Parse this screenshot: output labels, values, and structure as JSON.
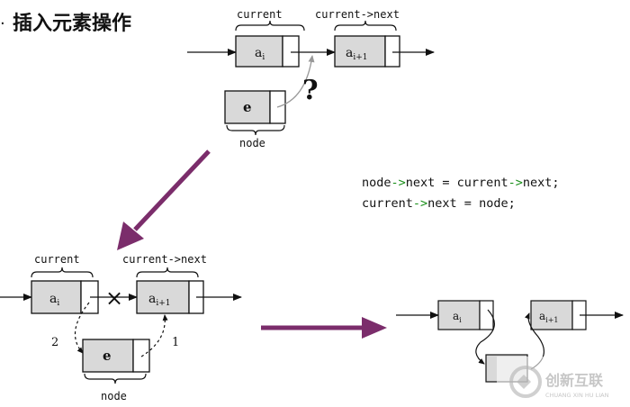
{
  "title": "插入元素操作",
  "colors": {
    "arrow": "#7b2d6b",
    "node_fill": "#d9d9d9",
    "code_keyword": "#1a8f1a"
  },
  "step1": {
    "current_label": "current",
    "next_label": "current->next",
    "ai": "a",
    "ai_sub": "i",
    "ai1": "a",
    "ai1_sub": "i+1",
    "e": "e",
    "node_label": "node",
    "question": "?"
  },
  "step2": {
    "current_label": "current",
    "next_label": "current->next",
    "ai": "a",
    "ai_sub": "i",
    "ai1": "a",
    "ai1_sub": "i+1",
    "e": "e",
    "node_label": "node",
    "step_a": "2",
    "step_b": "1",
    "cut": "×"
  },
  "code": {
    "line1": {
      "a": "node",
      "op1": "->",
      "b": "next = current",
      "op2": "->",
      "c": "next;"
    },
    "line2": {
      "a": "current",
      "op1": "->",
      "b": "next = node;"
    }
  },
  "result": {
    "ai": "a",
    "ai_sub": "i",
    "ai1": "a",
    "ai1_sub": "i+1"
  },
  "watermark": {
    "brand": "创新互联",
    "sub": "CHUANG XIN HU LIAN"
  }
}
